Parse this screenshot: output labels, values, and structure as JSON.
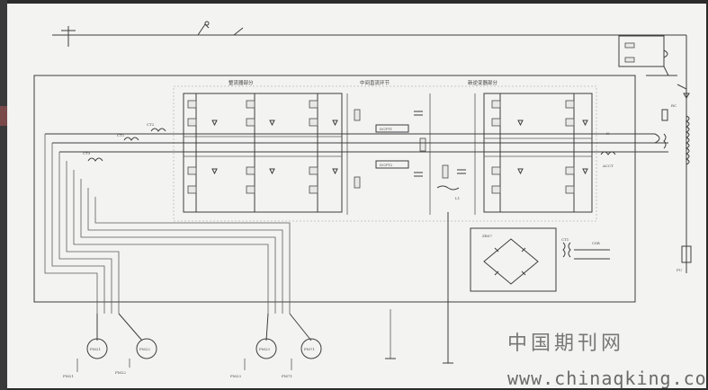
{
  "diagram": {
    "sections": {
      "rectifier": "整流器部分",
      "dc_link": "中间直流环节",
      "inverter": "新逆变器部分"
    },
    "labels": {
      "ct2": "CT2",
      "ct1": "CT1",
      "ct3": "CT3",
      "dcpt1": "DCPT1",
      "dcpt2": "DCPT2",
      "l1": "L1",
      "acct": "ACCT",
      "fuse": "FU",
      "bridge": "ZR07",
      "transformer": "CT1",
      "csr": "CSR",
      "motor_fm2_1": "FM21",
      "motor_fm2_2": "FM22",
      "motor_fm1_2": "FM23",
      "motor_fm1_1": "FM71",
      "bottom_1": "FM21",
      "bottom_2": "FM22",
      "bottom_3": "FM23",
      "bottom_4": "FM71",
      "n_label": "N",
      "rc": "RC"
    }
  },
  "watermark": {
    "site_cn": "中国期刊网",
    "site_url": "www.chinaqking.com"
  }
}
